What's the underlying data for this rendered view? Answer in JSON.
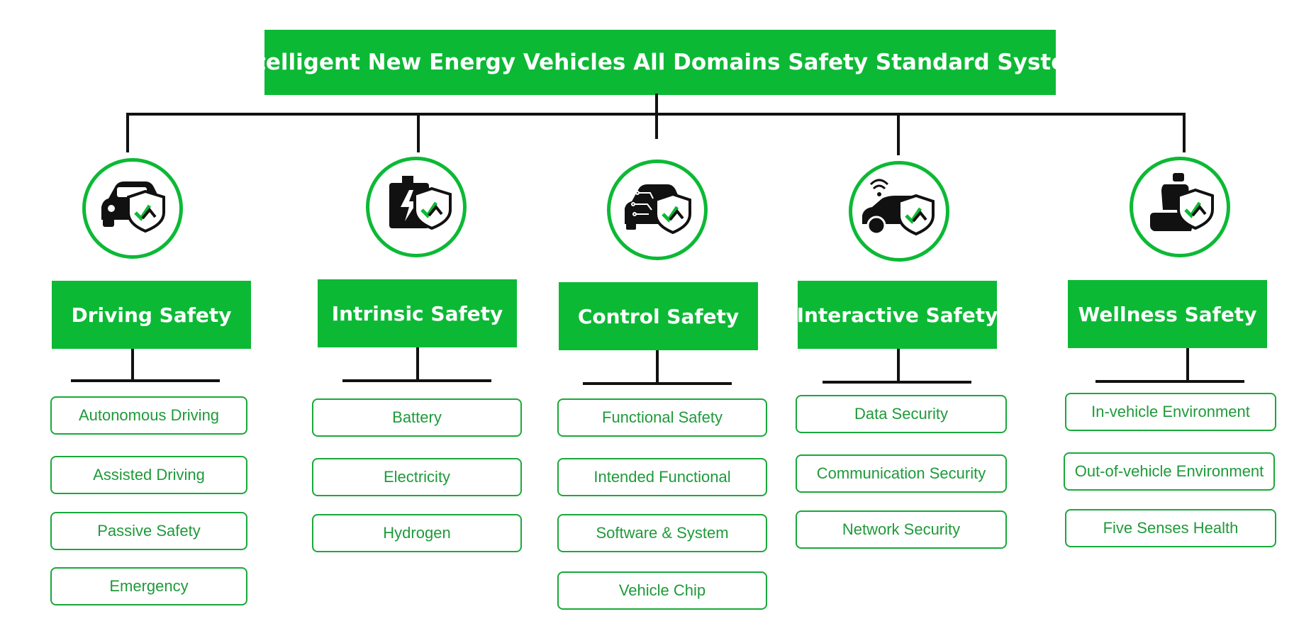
{
  "title": "Intelligent New Energy Vehicles All Domains Safety  Standard System",
  "colors": {
    "accent": "#0cb935",
    "item_text": "#1f9a3a",
    "line": "#111111"
  },
  "categories": [
    {
      "label": "Driving Safety",
      "icon": "car-shield-icon",
      "items": [
        "Autonomous Driving",
        "Assisted Driving",
        "Passive Safety",
        "Emergency"
      ]
    },
    {
      "label": "Intrinsic Safety",
      "icon": "battery-shield-icon",
      "items": [
        "Battery",
        "Electricity",
        "Hydrogen"
      ]
    },
    {
      "label": "Control Safety",
      "icon": "circuit-car-shield-icon",
      "items": [
        "Functional Safety",
        "Intended Functional",
        "Software & System",
        "Vehicle Chip"
      ]
    },
    {
      "label": "Interactive Safety",
      "icon": "connected-car-shield-icon",
      "items": [
        "Data Security",
        "Communication Security",
        "Network Security"
      ]
    },
    {
      "label": "Wellness Safety",
      "icon": "seat-shield-icon",
      "items": [
        "In-vehicle Environment",
        "Out-of-vehicle Environment",
        "Five Senses Health"
      ]
    }
  ]
}
